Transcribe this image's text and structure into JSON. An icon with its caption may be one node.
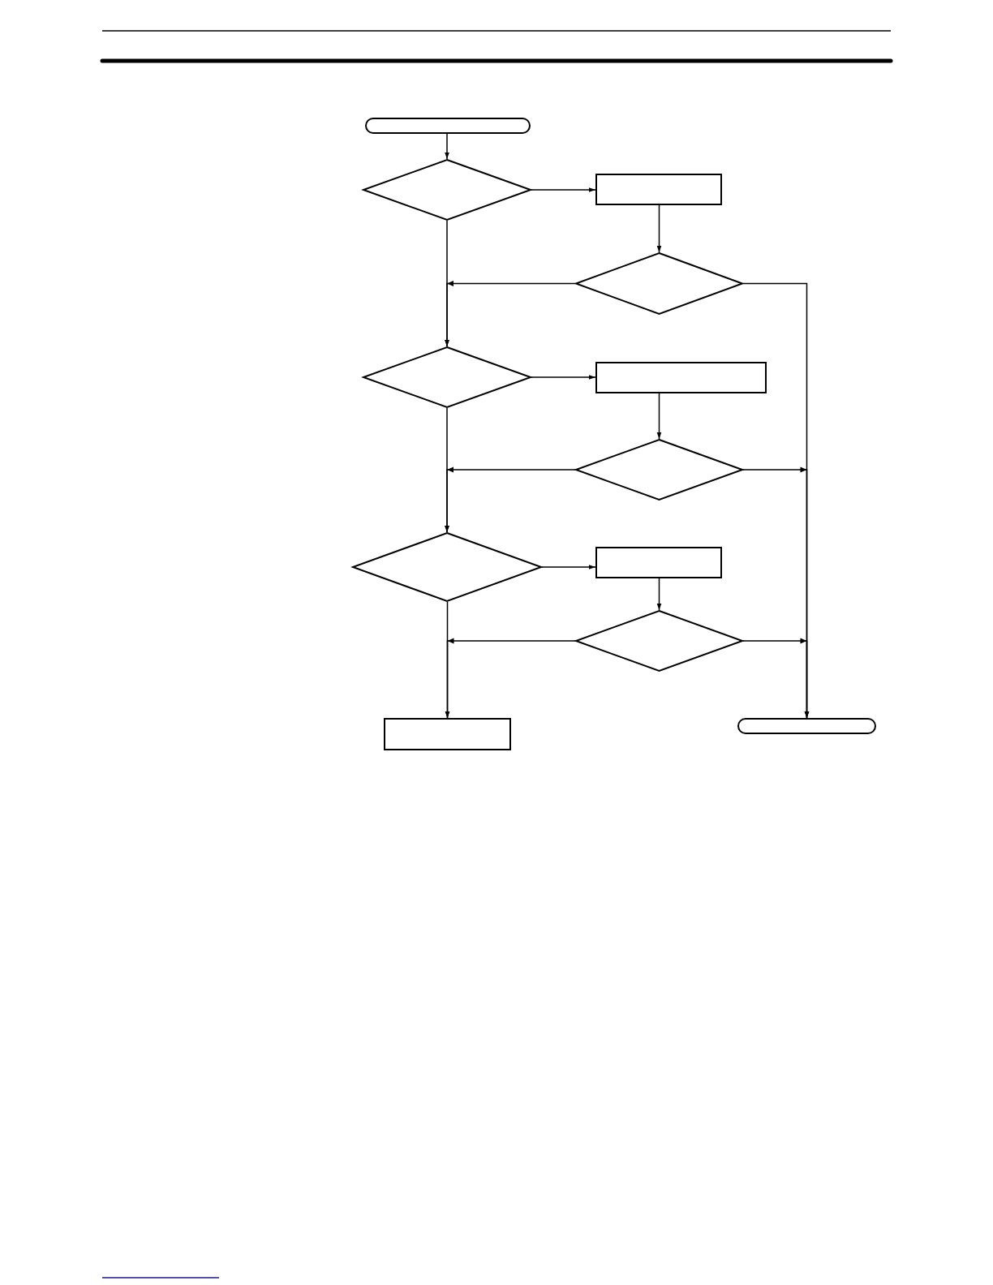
{
  "diagram": {
    "nodes": [
      {
        "text": [],
        "shape": "terminal"
      },
      {
        "text": [],
        "shape": "diamond"
      },
      {
        "text": [],
        "shape": "box"
      },
      {
        "text": [],
        "shape": "diamond"
      },
      {
        "text": [],
        "shape": "diamond"
      },
      {
        "text": [],
        "shape": "box"
      },
      {
        "text": [],
        "shape": "diamond"
      },
      {
        "text": [],
        "shape": "diamond"
      },
      {
        "text": [],
        "shape": "box"
      },
      {
        "text": [],
        "shape": "diamond"
      },
      {
        "text": [],
        "shape": "box"
      },
      {
        "text": [],
        "shape": "terminal"
      }
    ],
    "edges": [
      {
        "from": 0,
        "to": 1,
        "arrow": "to"
      },
      {
        "from": 1,
        "to": 2,
        "arrow": "to"
      },
      {
        "from": 2,
        "to": 3,
        "arrow": "to"
      },
      {
        "from": 1,
        "to": 4,
        "arrow": "to"
      },
      {
        "from": 3,
        "to": 4,
        "arrow": "to"
      },
      {
        "from": 3,
        "to": 11,
        "arrow": "to"
      },
      {
        "from": 4,
        "to": 5,
        "arrow": "to"
      },
      {
        "from": 5,
        "to": 6,
        "arrow": "to"
      },
      {
        "from": 4,
        "to": 7,
        "arrow": "to"
      },
      {
        "from": 6,
        "to": 7,
        "arrow": "to"
      },
      {
        "from": 6,
        "to": 11,
        "arrow": "to"
      },
      {
        "from": 7,
        "to": 8,
        "arrow": "to"
      },
      {
        "from": 8,
        "to": 9,
        "arrow": "to"
      },
      {
        "from": 7,
        "to": 10,
        "arrow": "to"
      },
      {
        "from": 9,
        "to": 10,
        "arrow": "to"
      },
      {
        "from": 9,
        "to": 11,
        "arrow": "to"
      }
    ]
  }
}
